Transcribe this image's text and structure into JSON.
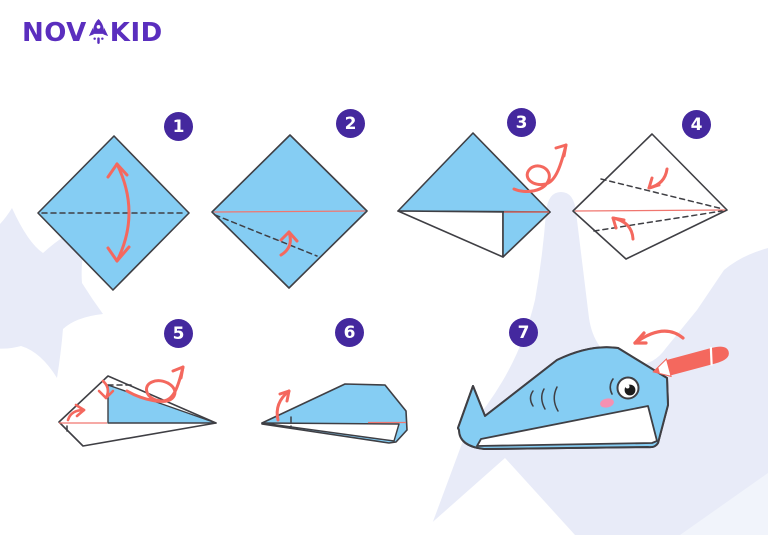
{
  "logo": {
    "text_before_icon": "NOV",
    "text_after_icon": "KID",
    "icon": "rocket-icon"
  },
  "steps": [
    {
      "number": "1"
    },
    {
      "number": "2"
    },
    {
      "number": "3"
    },
    {
      "number": "4"
    },
    {
      "number": "5"
    },
    {
      "number": "6"
    },
    {
      "number": "7"
    }
  ],
  "icons": {
    "logo_icon": "rocket-icon",
    "fold_arrow": "curved-fold-arrow-icon",
    "flip_arrow": "loop-flip-arrow-icon",
    "pencil": "pencil-icon"
  },
  "colors": {
    "paper_blue": "#85CDF3",
    "outline": "#3F3F44",
    "accent_coral": "#F4685E",
    "crease_pink": "#F0766F",
    "badge_purple": "#44289E",
    "logo_purple": "#5A2EBE",
    "background_lavender": "#E8EBF8",
    "background_lavender_light": "#F1F4FB",
    "blush_pink": "#F591B2"
  }
}
